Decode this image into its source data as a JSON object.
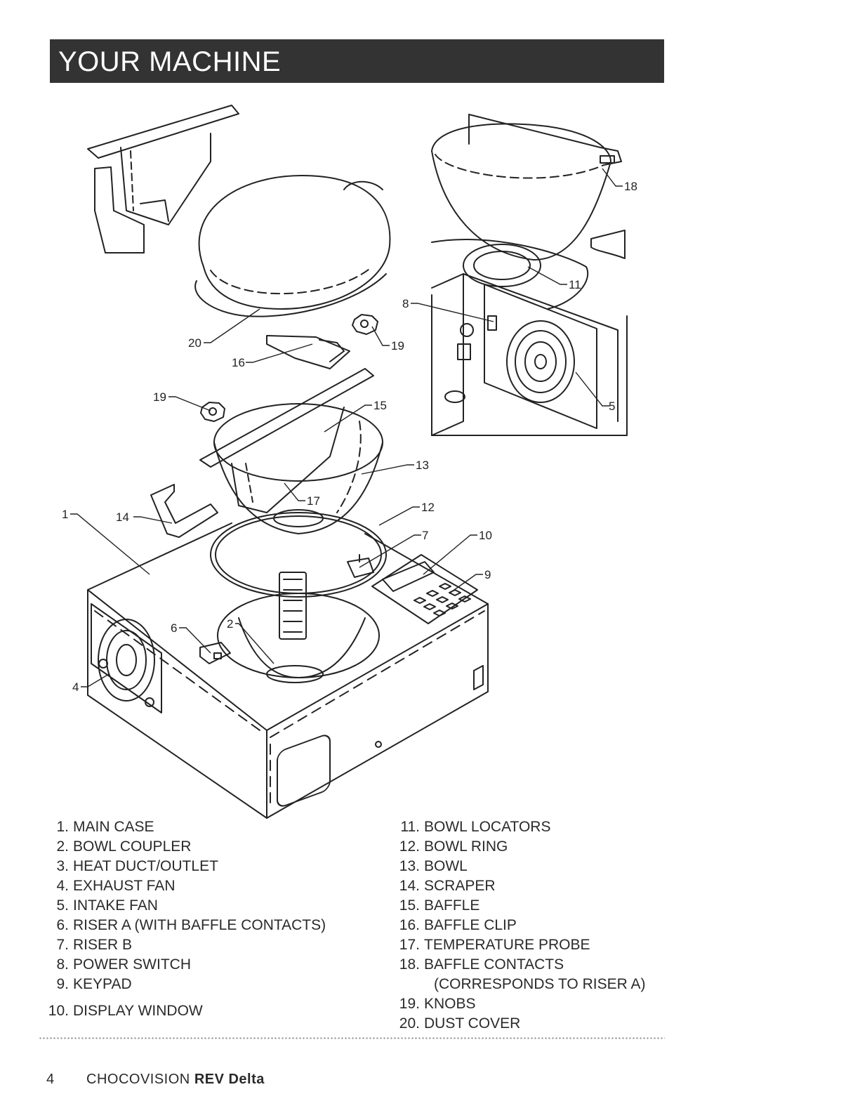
{
  "header": {
    "title": "YOUR MACHINE"
  },
  "callouts": [
    "1",
    "2",
    "4",
    "5",
    "6",
    "7",
    "8",
    "9",
    "10",
    "11",
    "12",
    "13",
    "14",
    "15",
    "16",
    "17",
    "18",
    "19",
    "19",
    "20"
  ],
  "parts_left": [
    {
      "num": "1.",
      "label": "MAIN CASE"
    },
    {
      "num": "2.",
      "label": "BOWL COUPLER"
    },
    {
      "num": "3.",
      "label": "HEAT DUCT/OUTLET"
    },
    {
      "num": "4.",
      "label": "EXHAUST FAN"
    },
    {
      "num": "5.",
      "label": "INTAKE FAN"
    },
    {
      "num": "6.",
      "label": "RISER A (WITH BAFFLE CONTACTS)"
    },
    {
      "num": "7.",
      "label": "RISER B"
    },
    {
      "num": "8.",
      "label": "POWER SWITCH"
    },
    {
      "num": "9.",
      "label": "KEYPAD"
    },
    {
      "num": "10.",
      "label": "DISPLAY WINDOW"
    }
  ],
  "parts_right": [
    {
      "num": "11.",
      "label": "BOWL LOCATORS"
    },
    {
      "num": "12.",
      "label": "BOWL RING"
    },
    {
      "num": "13.",
      "label": "BOWL"
    },
    {
      "num": "14.",
      "label": "SCRAPER"
    },
    {
      "num": "15.",
      "label": "BAFFLE"
    },
    {
      "num": "16.",
      "label": "BAFFLE CLIP"
    },
    {
      "num": "17.",
      "label": "TEMPERATURE PROBE"
    },
    {
      "num": "18.",
      "label": "BAFFLE CONTACTS"
    },
    {
      "num": "19.",
      "label": "KNOBS"
    },
    {
      "num": "20.",
      "label": "DUST COVER"
    }
  ],
  "part18_note": "(CORRESPONDS TO RISER A)",
  "footer": {
    "page_number": "4",
    "brand": "CHOCOVISION",
    "model": "REV Delta"
  }
}
